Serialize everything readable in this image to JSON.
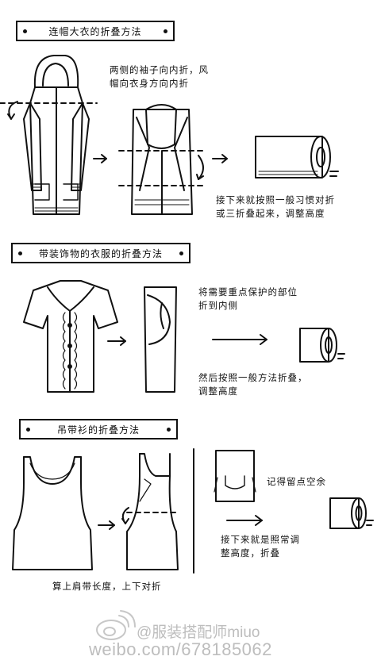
{
  "sections": [
    {
      "title": "连帽大衣的折叠方法",
      "note1": "两侧的袖子向内折，风\n帽向衣身方向内折",
      "note2": "接下来就按照一般习惯对折\n或三折叠起来，调整高度"
    },
    {
      "title": "带装饰物的衣服的折叠方法",
      "note1": "将需要重点保护的部位\n折到内侧",
      "note2": "然后按照一般方法折叠，\n调整高度"
    },
    {
      "title": "吊带衫的折叠方法",
      "note1": "记得留点空余",
      "note2": "接下来就是照常调\n整高度，折叠",
      "note3": "算上肩带长度，上下对折"
    }
  ],
  "watermark": {
    "handle": "@服装搭配师miuo",
    "url": "weibo.com/678185062"
  }
}
